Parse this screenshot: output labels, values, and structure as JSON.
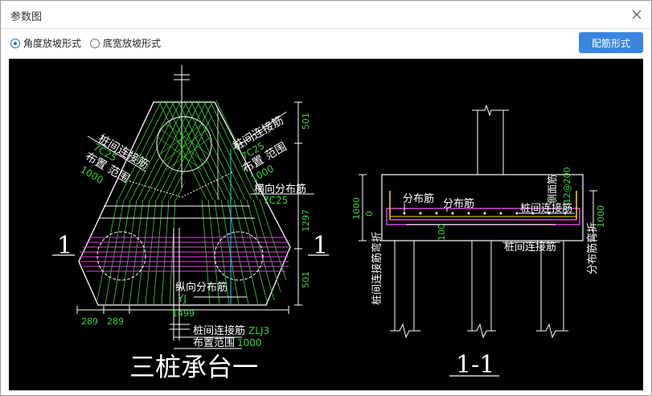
{
  "window": {
    "title": "参数图"
  },
  "options": {
    "angle": "角度放坡形式",
    "width": "底宽放坡形式",
    "selected": "angle"
  },
  "toolbar": {
    "rebar_button": "配筋形式"
  },
  "drawing": {
    "plan": {
      "label_conn_left": "桩间连接筋",
      "code_left": "7C25",
      "range_left_label": "布置 范围",
      "range_left_value": "1000",
      "label_conn_right": "桩间连接筋",
      "code_right": "7C25",
      "range_right_label": "布置 范围",
      "range_right_value": "1000",
      "label_trans": "横向分布筋",
      "code_trans": "7C25",
      "label_long": "纵向分布筋",
      "code_long": "YJ",
      "dim_top": "501",
      "dim_mid": "1297",
      "dim_bot": "501",
      "dim_width": "1499",
      "dim_a": "289",
      "dim_b": "289",
      "label_conn_bottom": "桩间连接筋",
      "code_conn_bottom": "ZLJ3",
      "range_bottom_label": "布置范围",
      "range_bottom_value": "1000",
      "section_mark_left": "1",
      "section_mark_right": "1",
      "title": "三桩承台一"
    },
    "section": {
      "label_dist1": "分布筋",
      "label_dist2": "分布筋",
      "label_side": "侧面筋",
      "code_side": "C12@200",
      "label_conn_top": "桩间连接筋",
      "label_conn_mid": "桩间连接筋",
      "label_conn_bend": "桩间连接筋弯折",
      "label_dist_bend": "分布筋弯折",
      "dim_1000_left": "1000",
      "dim_0": "0",
      "dim_100": "100",
      "dim_1000_right": "1000",
      "title": "1-1"
    }
  }
}
